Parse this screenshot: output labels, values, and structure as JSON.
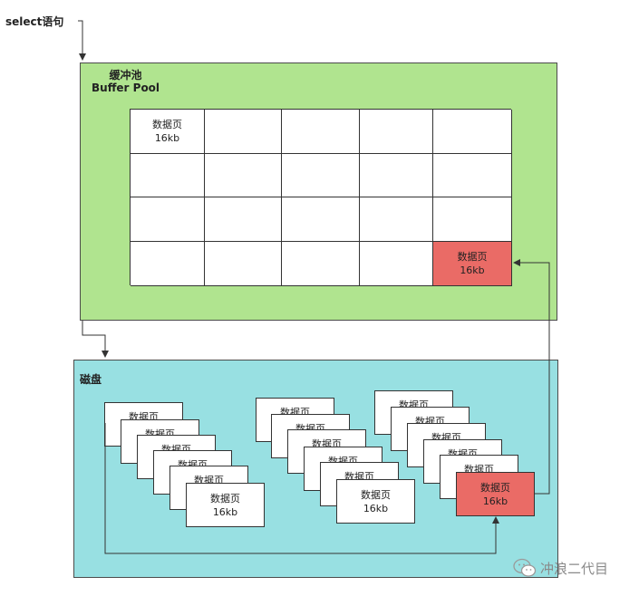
{
  "query": {
    "label": "select语句"
  },
  "buffer_pool": {
    "title_cn": "缓冲池",
    "title_en": "Buffer Pool",
    "page_name": "数据页",
    "page_size": "16kb"
  },
  "disk": {
    "title": "磁盘",
    "page_name": "数据页",
    "page_size": "16kb"
  },
  "watermark": {
    "text": "冲浪二代目"
  },
  "colors": {
    "buffer_pool_bg": "#b0e48f",
    "disk_bg": "#98e0e2",
    "highlight_page": "#ea6b66"
  }
}
